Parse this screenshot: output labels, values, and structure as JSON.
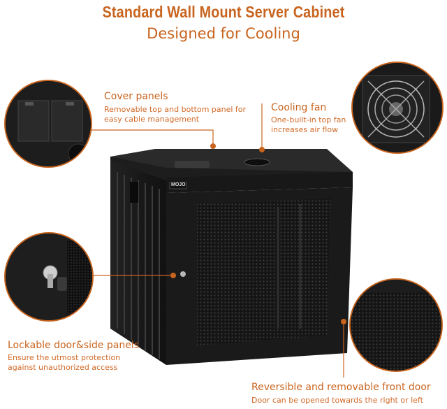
{
  "header": {
    "title": "Standard Wall Mount Server Cabinet",
    "subtitle": "Designed for Cooling"
  },
  "features": {
    "cover": {
      "title": "Cover panels",
      "desc_line1": "Removable top and bottom panel for",
      "desc_line2": "easy cable management"
    },
    "fan": {
      "title": "Cooling fan",
      "desc_line1": "One-built-in top fan",
      "desc_line2": "increases air flow"
    },
    "lock": {
      "title": "Lockable door&side panels",
      "desc_line1": "Ensure the utmost protection",
      "desc_line2": "against unauthorized access"
    },
    "door": {
      "title": "Reversible and removable front door",
      "desc_line1": "Door can be opened towards the right or left"
    }
  },
  "product": {
    "brand": "MOJO"
  },
  "colors": {
    "accent": "#c8641e",
    "cabinet_body": "#1c1c1c"
  }
}
